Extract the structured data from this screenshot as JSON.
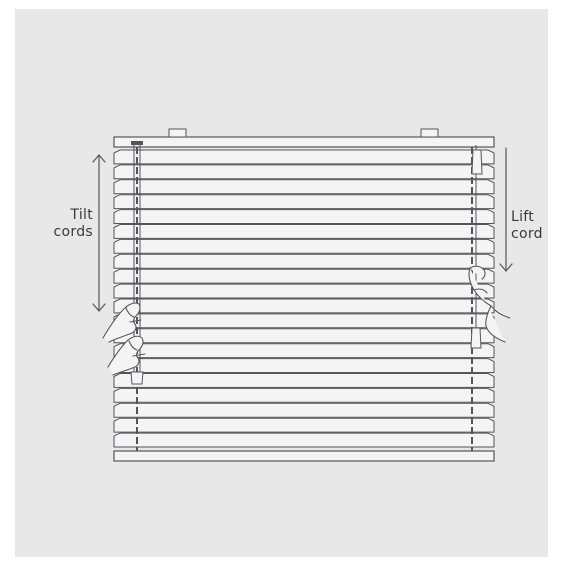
{
  "labels": {
    "tilt_line1": "Tilt",
    "tilt_line2": "cords",
    "lift_line1": "Lift",
    "lift_line2": "cord"
  },
  "colors": {
    "background_panel": "#e8e8e9",
    "line": "#555557",
    "slat_fill": "#f4f4f5",
    "text": "#3a3a3c"
  },
  "blind": {
    "slat_count": 20
  },
  "icons": [
    "hand-icon",
    "double-arrow-icon",
    "arrow-down-icon"
  ]
}
